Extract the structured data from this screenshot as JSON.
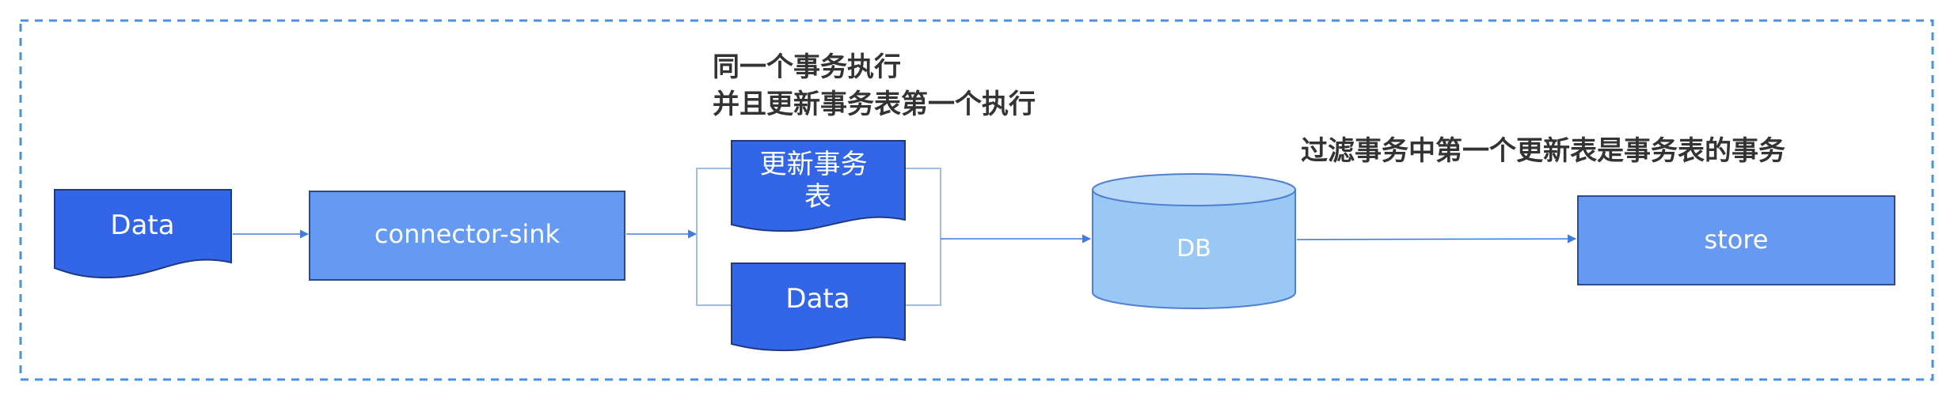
{
  "nodes": {
    "data_source": {
      "label": "Data"
    },
    "connector_sink": {
      "label": "connector-sink"
    },
    "tx_table_doc": {
      "label_lines": [
        "更新事务",
        "表"
      ]
    },
    "data_doc": {
      "label": "Data"
    },
    "db": {
      "label": "DB"
    },
    "store": {
      "label": "store"
    }
  },
  "annotations": {
    "same_transaction": {
      "lines": [
        "同一个事务执行",
        "并且更新事务表第一个执行"
      ]
    },
    "filter": {
      "text": "过滤事务中第一个更新表是事务表的事务"
    }
  },
  "colors": {
    "doc_fill": "#3366e6",
    "doc_stroke": "#1f3a80",
    "process_fill": "#6699f2",
    "process_stroke": "#2c4a8c",
    "cylinder_fill": "#99c8f5",
    "cylinder_top": "#b8daf8",
    "cylinder_stroke": "#4f7fd1",
    "edge": "#3f7be0",
    "bracket": "#9fbde8",
    "frame": "#4a90e2",
    "note_text": "#333333"
  }
}
